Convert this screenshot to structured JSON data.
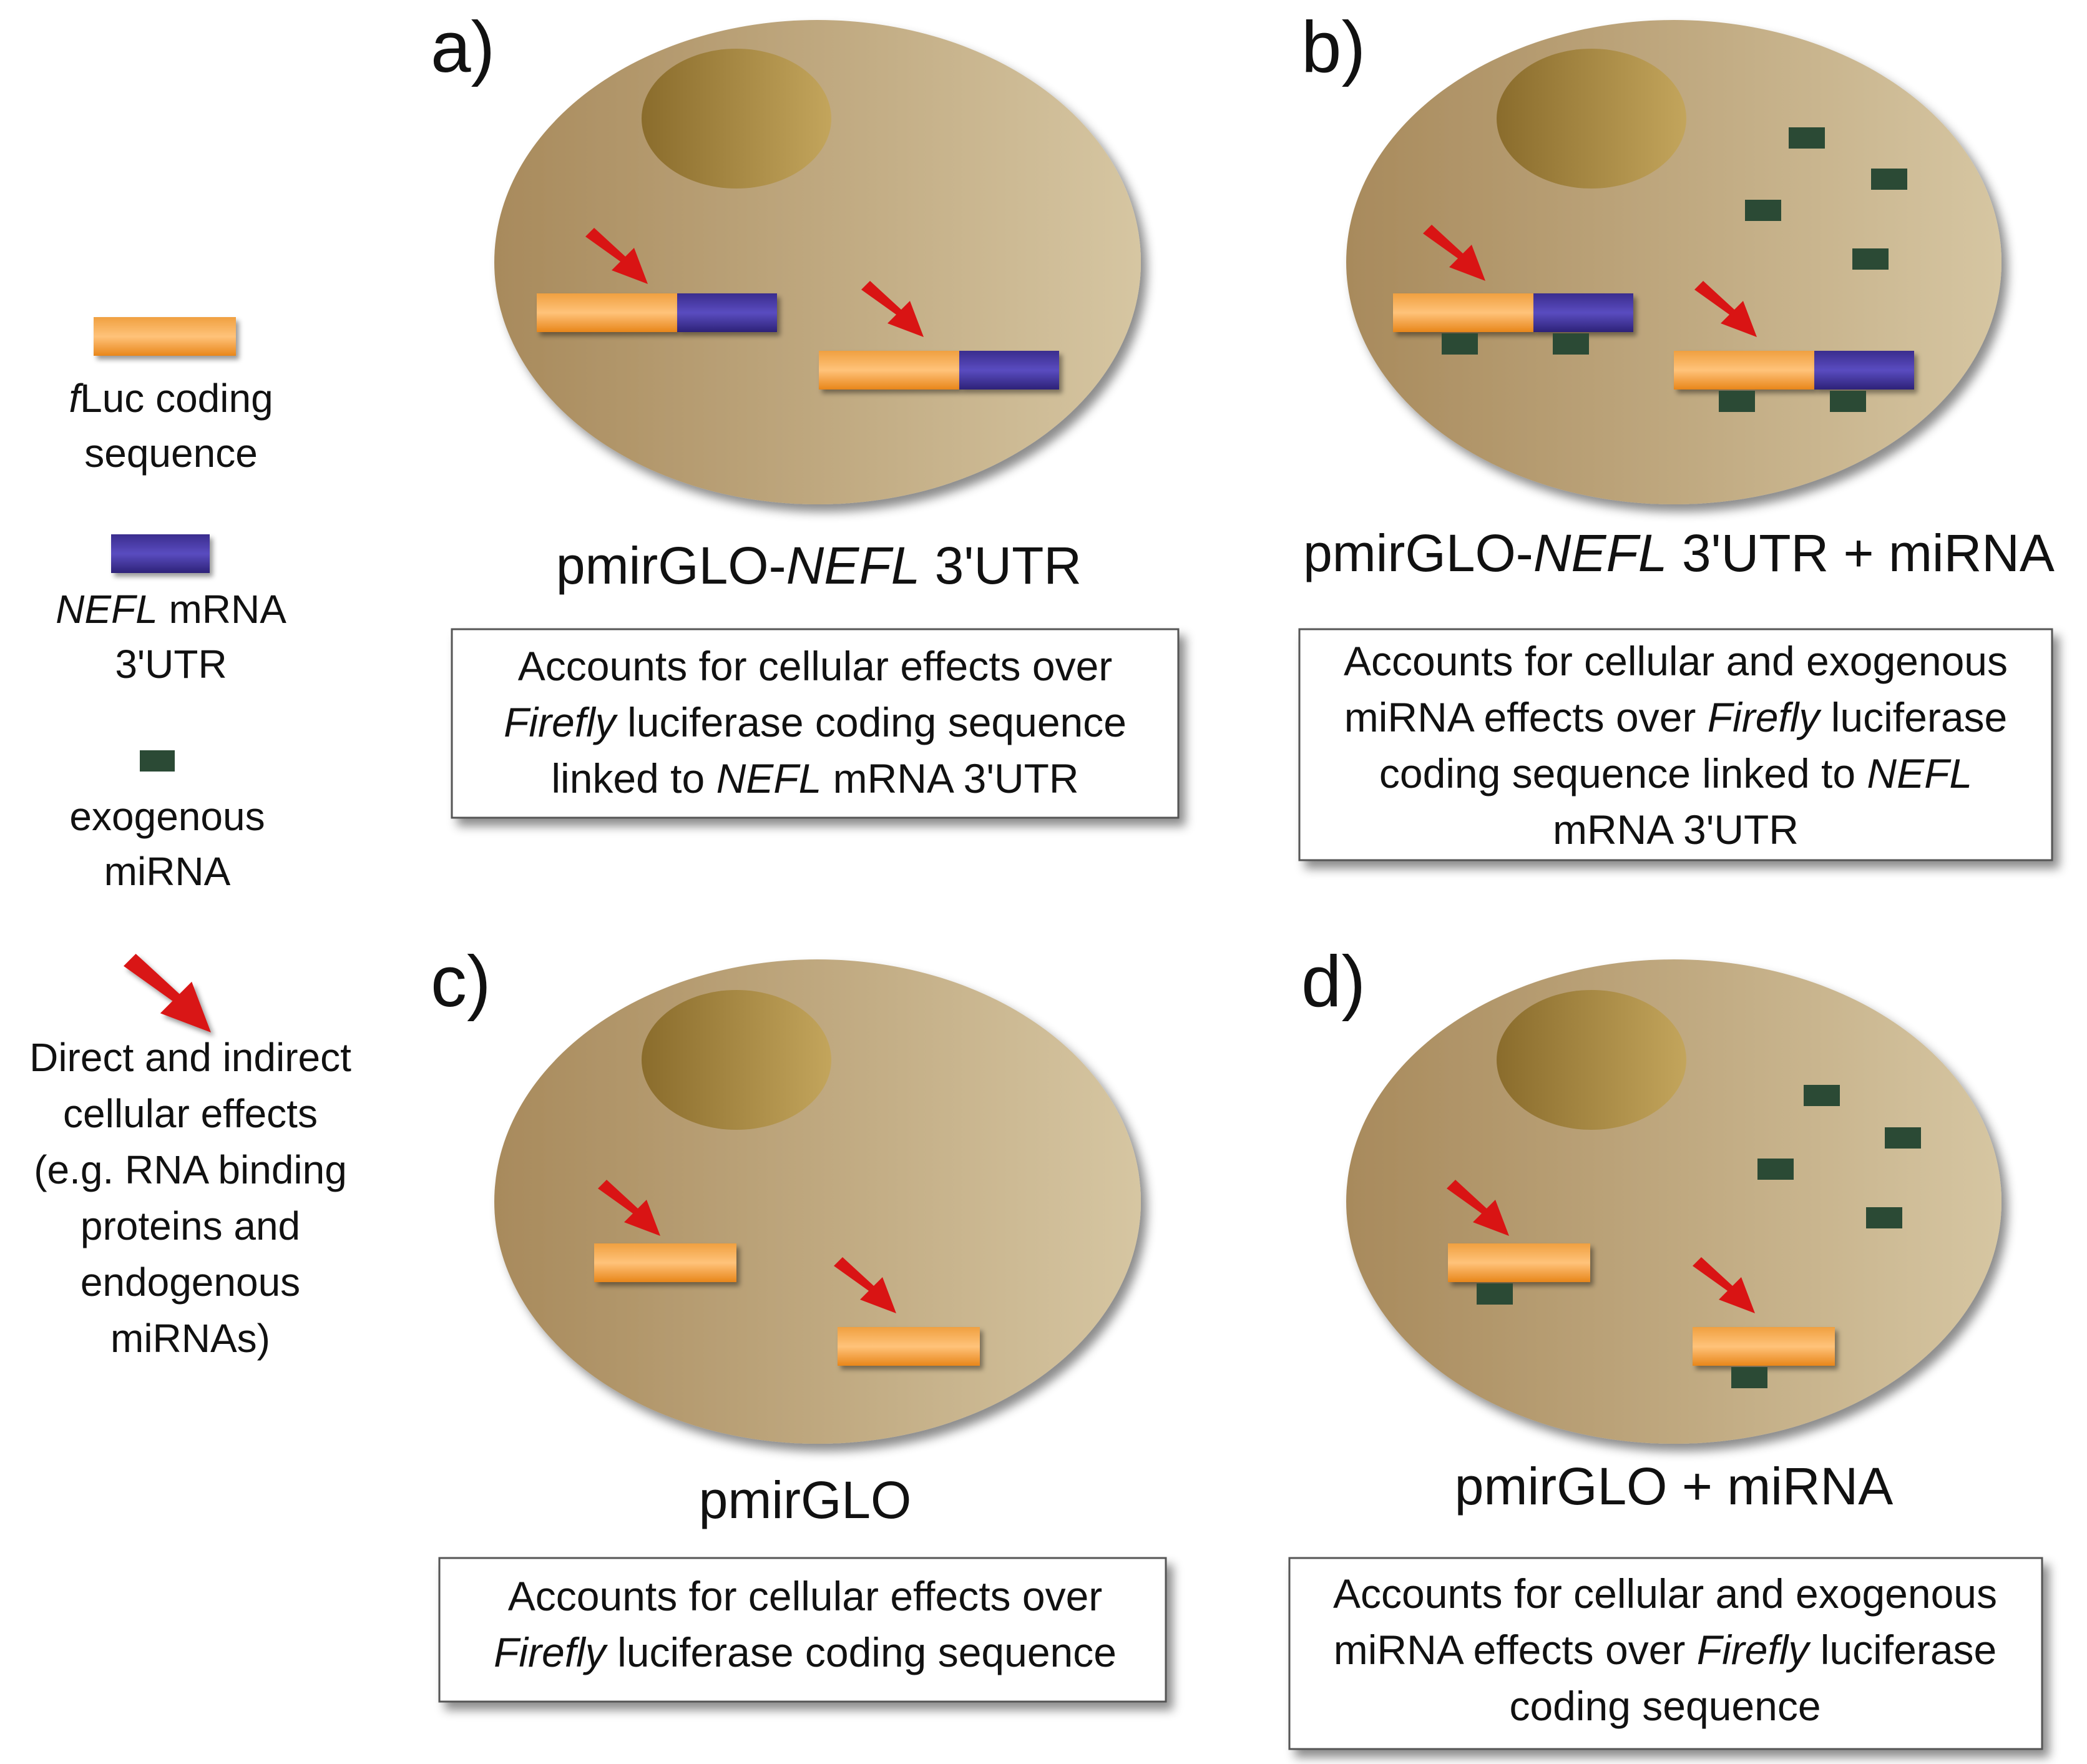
{
  "legend": {
    "fluc_line1": [
      "f",
      "Luc coding"
    ],
    "fluc_line2": "sequence",
    "nefl_line1": [
      "NEFL",
      " mRNA"
    ],
    "nefl_line2": "3'UTR",
    "mirna_line1": "exogenous",
    "mirna_line2": "miRNA",
    "effects_lines": [
      "Direct and indirect",
      "cellular effects",
      "(e.g. RNA binding",
      "proteins and",
      "endogenous",
      "miRNAs)"
    ]
  },
  "panels": {
    "a": {
      "letter": "a)",
      "title": [
        "pmirGLO-",
        "NEFL",
        " 3'UTR"
      ],
      "desc": [
        "Accounts for cellular effects over",
        [
          "Firefly",
          " luciferase coding sequence"
        ],
        [
          "linked to ",
          "NEFL",
          " mRNA 3'UTR"
        ]
      ]
    },
    "b": {
      "letter": "b)",
      "title": [
        "pmirGLO-",
        "NEFL",
        " 3'UTR + miRNA"
      ],
      "desc": [
        "Accounts for cellular and exogenous",
        [
          "miRNA effects over ",
          "Firefly",
          " luciferase"
        ],
        [
          "coding sequence linked to ",
          "NEFL"
        ],
        "mRNA 3'UTR"
      ]
    },
    "c": {
      "letter": "c)",
      "title": "pmirGLO",
      "desc": [
        "Accounts for cellular effects over",
        [
          "Firefly",
          " luciferase coding sequence"
        ]
      ]
    },
    "d": {
      "letter": "d)",
      "title": "pmirGLO + miRNA",
      "desc": [
        "Accounts for cellular and exogenous",
        [
          "miRNA effects over ",
          "Firefly",
          " luciferase"
        ],
        "coding sequence"
      ]
    }
  },
  "colors": {
    "fluc_orange": "#f39a2c",
    "nefl_purple": "#3b2f94",
    "mirna_green": "#2b4a35",
    "arrow_red": "#d91414",
    "cell_tan": "#b89d74",
    "nucleus": "#9d7f3a"
  },
  "icons": [
    "arrow-icon"
  ]
}
